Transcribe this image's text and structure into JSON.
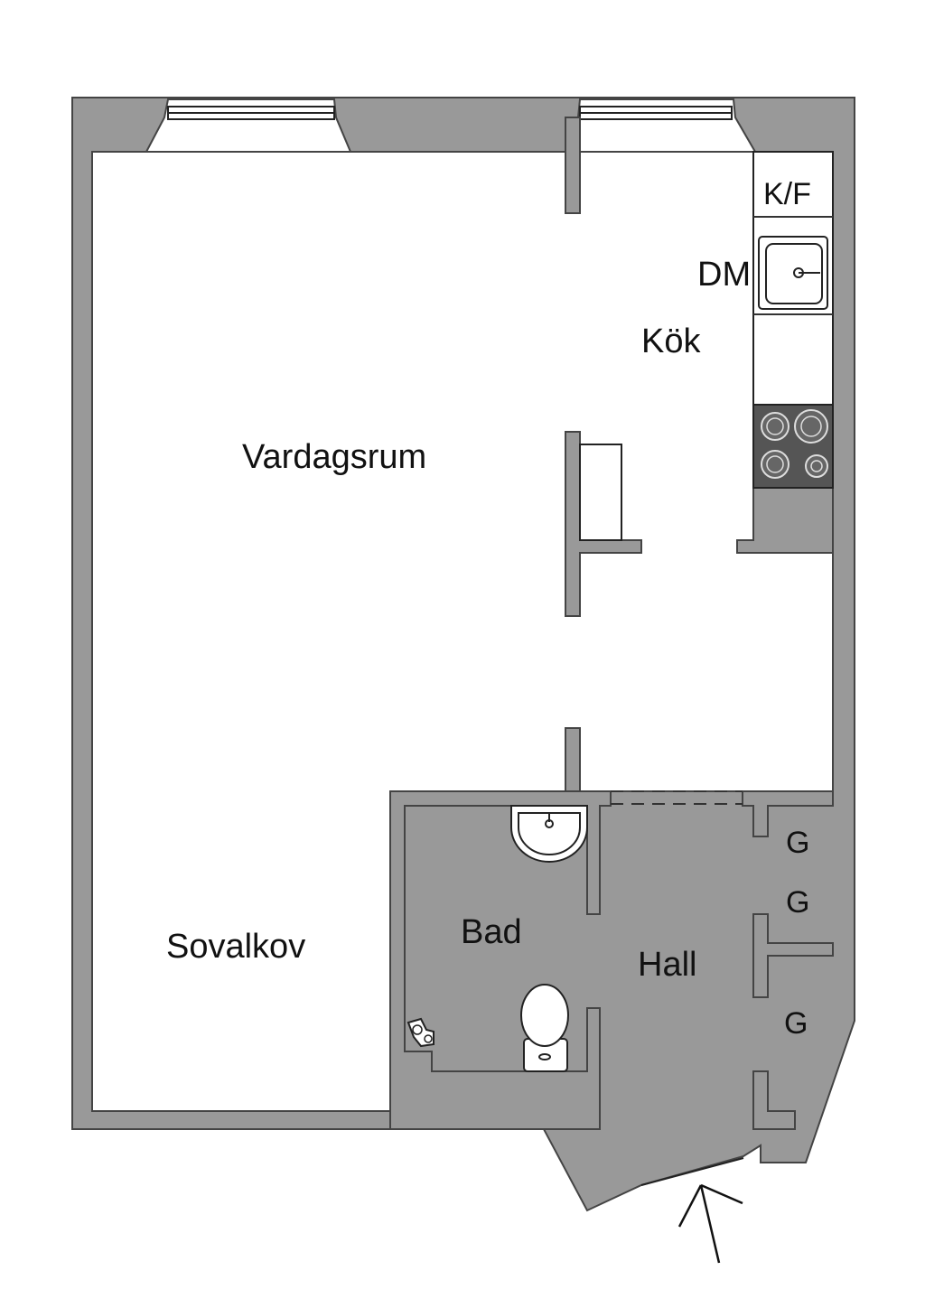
{
  "rooms": {
    "living_room": "Vardagsrum",
    "kitchen": "Kök",
    "sleeping_alcove": "Sovalkov",
    "bathroom": "Bad",
    "hall": "Hall"
  },
  "appliances": {
    "fridge_freezer": "K/F",
    "dishwasher": "DM"
  },
  "closets": [
    "G",
    "G",
    "G"
  ],
  "colors": {
    "wall_fill": "#999999",
    "wall_outline": "#444444",
    "stove_top": "#555555",
    "background": "#ffffff"
  },
  "icons": [
    "window",
    "sink",
    "stove",
    "toilet",
    "shower",
    "entrance-arrow"
  ]
}
